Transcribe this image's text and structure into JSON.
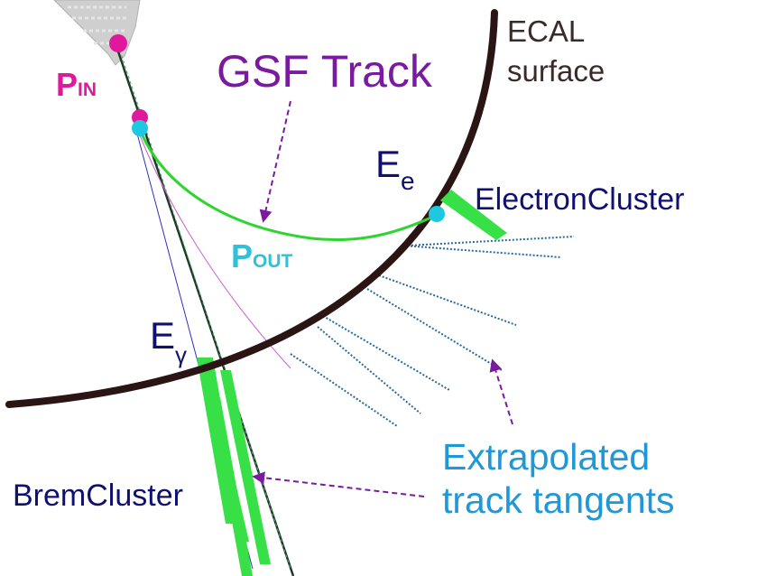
{
  "labels": {
    "ecal_line1": "ECAL",
    "ecal_line2": "surface",
    "gsf_track": "GSF Track",
    "p_in_main": "P",
    "p_in_sub": "IN",
    "p_out_main": "P",
    "p_out_sub": "OUT",
    "e_e_main": "E",
    "e_e_sub": "e",
    "e_gamma_main": "E",
    "e_gamma_sub": "γ",
    "electron_cluster": "ElectronCluster",
    "brem_cluster": "BremCluster",
    "tangents_line1": "Extrapolated",
    "tangents_line2": "track tangents"
  },
  "colors": {
    "ecal": "#2a1414",
    "ecal_label": "#3a2a2a",
    "gsf_label": "#7a1aa0",
    "arrow": "#7a1aa0",
    "magenta": "#e0189c",
    "cyan": "#1ec8e0",
    "p_out": "#30c0d8",
    "green_track": "#2ed52e",
    "cluster": "#38e048",
    "tangent": "#2a6a9a",
    "dark_label": "#101070",
    "cyan_label": "#2098d8",
    "beam": "#c8c8c8"
  }
}
